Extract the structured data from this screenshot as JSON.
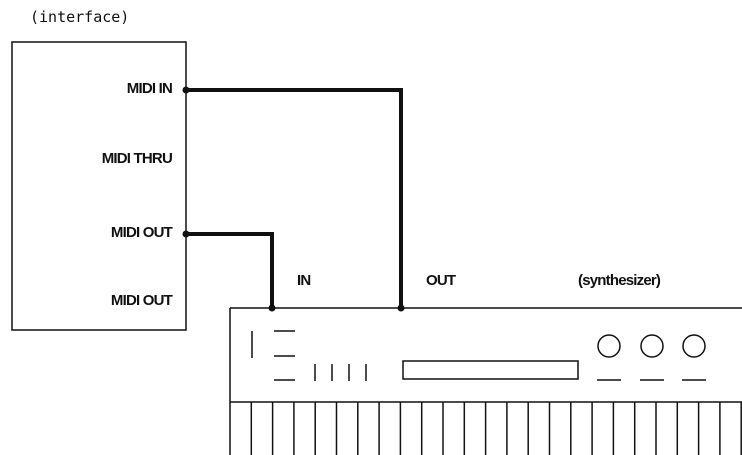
{
  "interface": {
    "title": "(interface)",
    "ports": [
      "MIDI IN",
      "MIDI THRU",
      "MIDI OUT",
      "MIDI OUT"
    ]
  },
  "synthesizer": {
    "title": "(synthesizer)",
    "in_label": "IN",
    "out_label": "OUT"
  },
  "colors": {
    "ink": "#111111",
    "paper": "#ffffff"
  }
}
